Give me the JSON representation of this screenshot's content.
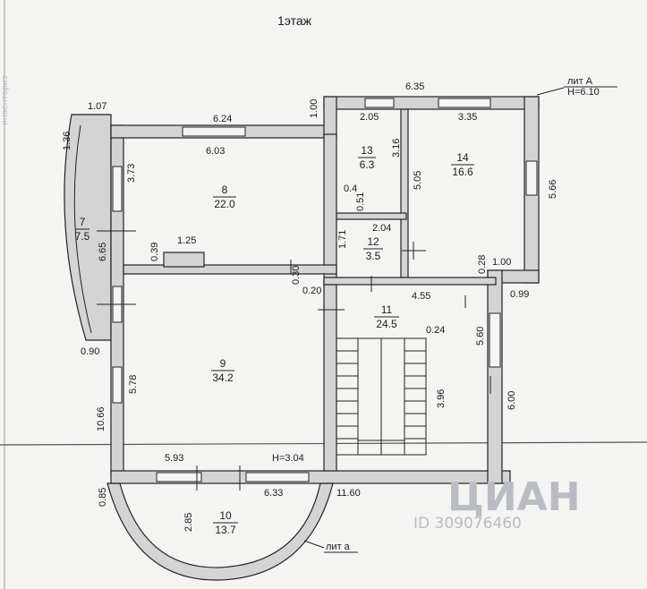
{
  "title": "1этаж",
  "liter_main": "лит А",
  "liter_main_height": "H=6.10",
  "liter_porch": "лит а",
  "floor_height": "H=3.04",
  "rooms": [
    {
      "num": "7",
      "area": "7.5"
    },
    {
      "num": "8",
      "area": "22.0"
    },
    {
      "num": "9",
      "area": "34.2"
    },
    {
      "num": "10",
      "area": "13.7"
    },
    {
      "num": "11",
      "area": "24.5"
    },
    {
      "num": "12",
      "area": "3.5"
    },
    {
      "num": "13",
      "area": "6.3"
    },
    {
      "num": "14",
      "area": "16.6"
    }
  ],
  "dimensions": {
    "top_total": "6.35",
    "left_top": "1.07",
    "wall_8_top": "6.24",
    "stub_100": "1.00",
    "room13_width": "2.05",
    "room14_width": "3.35",
    "room8_width": "6.03",
    "room8_depth": "3.73",
    "room13_depth": "3.16",
    "room14_depth": "5.05",
    "right_566": "5.66",
    "bay_136": "1.36",
    "d_04": "0.4",
    "d_051": "0.51",
    "d_204": "2.04",
    "d_665": "6.65",
    "d_039": "0.39",
    "d_125": "1.25",
    "d_171": "1.71",
    "d_028": "0.28",
    "d_100b": "1.00",
    "d_099": "0.99",
    "d_030": "0.30",
    "d_020": "0.20",
    "d_455": "4.55",
    "d_560": "5.60",
    "d_024": "0.24",
    "d_090": "0.90",
    "d_578": "5.78",
    "d_396": "3.96",
    "d_600": "6.00",
    "d_1066": "10.66",
    "d_593": "5.93",
    "d_633": "6.33",
    "d_1160": "11.60",
    "d_085": "0.85",
    "d_285": "2.85"
  },
  "watermark": {
    "brand": "ЦИАН",
    "id_text": "ID 309076460"
  },
  "side_text": "инвентариз"
}
